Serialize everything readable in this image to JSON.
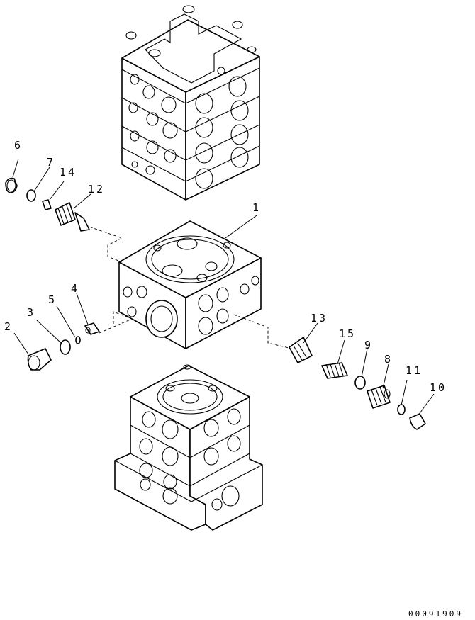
{
  "drawing": {
    "number": "00091909"
  },
  "callouts": [
    {
      "id": "1",
      "label": "1"
    },
    {
      "id": "2",
      "label": "2"
    },
    {
      "id": "3",
      "label": "3"
    },
    {
      "id": "4",
      "label": "4"
    },
    {
      "id": "5",
      "label": "5"
    },
    {
      "id": "6",
      "label": "6"
    },
    {
      "id": "7",
      "label": "7"
    },
    {
      "id": "8",
      "label": "8"
    },
    {
      "id": "9",
      "label": "9"
    },
    {
      "id": "10",
      "label": "10"
    },
    {
      "id": "11",
      "label": "11"
    },
    {
      "id": "12",
      "label": "12"
    },
    {
      "id": "13",
      "label": "13"
    },
    {
      "id": "14",
      "label": "14"
    },
    {
      "id": "15",
      "label": "15"
    }
  ]
}
